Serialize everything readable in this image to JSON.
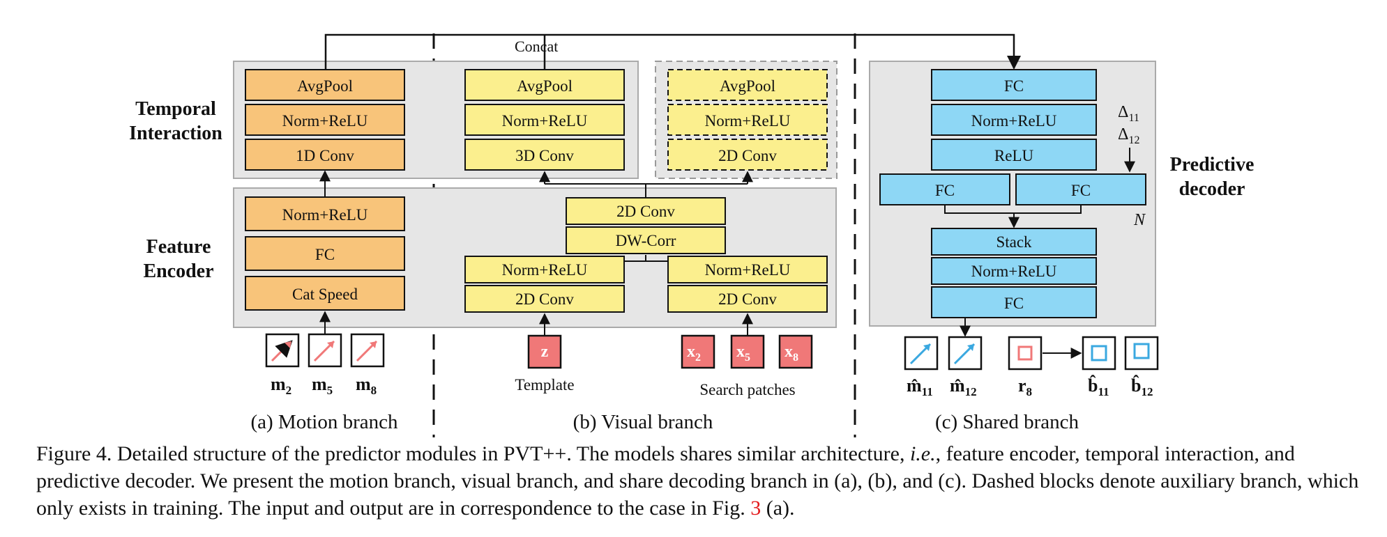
{
  "colors": {
    "orange": "#f8c47a",
    "yellow": "#fbef8e",
    "blue": "#8ed7f5",
    "panel": "#e6e6e6",
    "input_red": "#f07878",
    "out_blue": "#3aa8e0"
  },
  "top": {
    "concat": "Concat"
  },
  "labels": {
    "temporal_1": "Temporal",
    "temporal_2": "Interaction",
    "feature_1": "Feature",
    "feature_2": "Encoder",
    "predictive_1": "Predictive",
    "predictive_2": "decoder"
  },
  "motion": {
    "avgpool": "AvgPool",
    "norm1": "Norm+ReLU",
    "conv1d": "1D Conv",
    "norm2": "Norm+ReLU",
    "fc": "FC",
    "catspeed": "Cat Speed",
    "inputs": {
      "m": "m",
      "s1": "2",
      "s2": "5",
      "s3": "8"
    },
    "caption": "(a) Motion branch"
  },
  "visual": {
    "avgpool": "AvgPool",
    "norm": "Norm+ReLU",
    "conv3d": "3D Conv",
    "aux_avgpool": "AvgPool",
    "aux_norm": "Norm+ReLU",
    "aux_conv2d": "2D Conv",
    "mid_conv2d": "2D Conv",
    "dwcorr": "DW-Corr",
    "left_norm": "Norm+ReLU",
    "left_conv": "2D Conv",
    "right_norm": "Norm+ReLU",
    "right_conv": "2D Conv",
    "z": "z",
    "x": "x",
    "x_s1": "2",
    "x_s2": "5",
    "x_s3": "8",
    "template": "Template",
    "search": "Search patches",
    "caption": "(b) Visual branch"
  },
  "shared": {
    "fc_top": "FC",
    "norm1": "Norm+ReLU",
    "relu": "ReLU",
    "fc_left": "FC",
    "fc_right": "FC",
    "delta": "Δ",
    "delta_s1": "11",
    "delta_s2": "12",
    "n": "N",
    "stack": "Stack",
    "norm2": "Norm+ReLU",
    "fc_bottom": "FC",
    "out_m": "m̂",
    "out_m_s1": "11",
    "out_m_s2": "12",
    "r": "r",
    "r_s": "8",
    "out_b": "b̂",
    "out_b_s1": "11",
    "out_b_s2": "12",
    "caption": "(c) Shared branch"
  },
  "caption": {
    "label": "Figure 4.",
    "text1": "Detailed structure of the predictor modules in PVT++. The models shares similar architecture,",
    "ie": "i.e.",
    "text2": ", feature encoder, temporal interaction, and predictive decoder. We present the motion branch, visual branch, and share decoding branch in (a), (b), and (c). Dashed blocks denote auxiliary branch, which only exists in training. The input and output are in correspondence to the case in Fig.",
    "ref": "3",
    "text3": "(a)."
  }
}
